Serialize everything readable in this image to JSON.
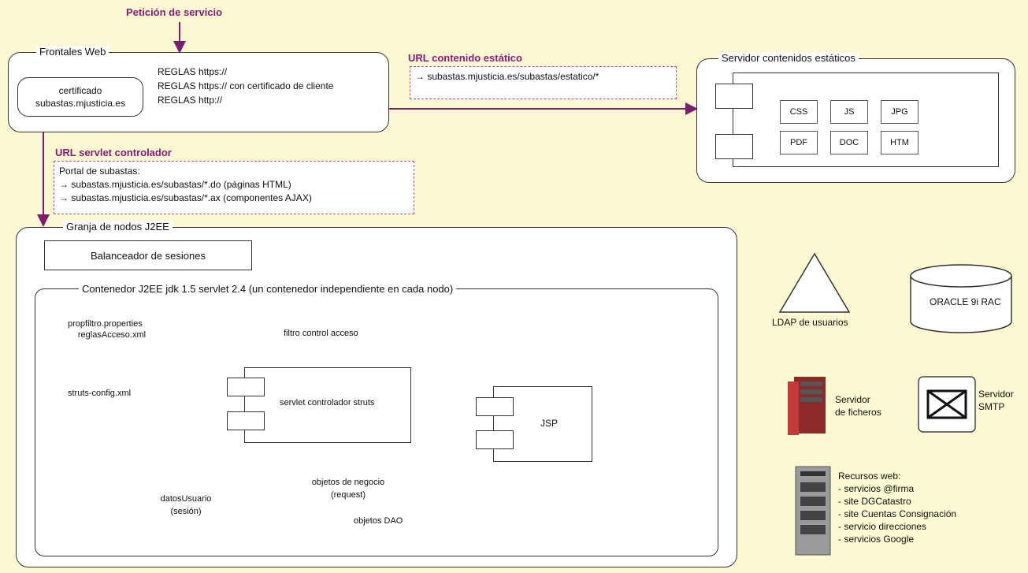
{
  "labels": {
    "peticion": "Petición de servicio",
    "frontales": "Frontales Web",
    "certificado_line1": "certificado",
    "certificado_line2": "subastas.mjusticia.es",
    "reglas1": "REGLAS https://",
    "reglas2": "REGLAS https:// con certificado de cliente",
    "reglas3": "REGLAS http://",
    "url_estatico_title": "URL contenido estático",
    "url_estatico_text": "→ subastas.mjusticia.es/subastas/estatico/*",
    "servidor_estaticos": "Servidor contenidos estáticos",
    "file_types": [
      "CSS",
      "JS",
      "JPG",
      "PDF",
      "DOC",
      "HTM"
    ],
    "url_servlet_title": "URL servlet controlador",
    "portal_line1": "Portal de subastas:",
    "portal_line2": "→ subastas.mjusticia.es/subastas/*.do (páginas HTML)",
    "portal_line3": "→ subastas.mjusticia.es/subastas/*.ax (componentes AJAX)",
    "granja": "Granja de nodos J2EE",
    "balanceador": "Balanceador de sesiones",
    "contenedor": "Contenedor J2EE jdk 1.5 servlet 2.4 (un contenedor independiente en cada nodo)",
    "propfiltro_line1": "propfiltro.properties",
    "propfiltro_line2": "reglasAcceso.xml",
    "filtro": "filtro control acceso",
    "struts_config": "struts-config.xml",
    "servlet_struts": "servlet controlador struts",
    "jsp": "JSP",
    "datos_line1": "datosUsuario",
    "datos_line2": "(sesión)",
    "objetos_line1": "objetos de negocio",
    "objetos_line2": "(request)",
    "dao": "objetos DAO",
    "ldap": "LDAP de usuarios",
    "oracle": "ORACLE 9i RAC",
    "servidor_ficheros_line1": "Servidor",
    "servidor_ficheros_line2": "de ficheros",
    "smtp_line1": "Servidor",
    "smtp_line2": "SMTP",
    "recursos_title": "Recursos web:",
    "recursos_items": [
      "- servicios @firma",
      "- site DGCatastro",
      "- site Cuentas Consignación",
      "- servicio direcciones",
      "- servicios Google"
    ]
  },
  "colors": {
    "background": "#fbf8d2",
    "purple": "#8b1a7a",
    "orange": "#e07a2a",
    "green": "#3fbf3f",
    "navy": "#2a2f8f"
  }
}
